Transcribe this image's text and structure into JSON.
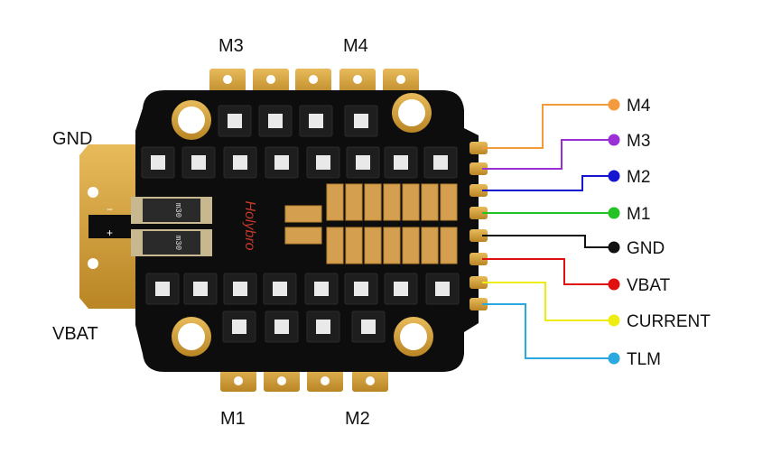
{
  "labels": {
    "top_left": "M3",
    "top_right": "M4",
    "bottom_left": "M1",
    "bottom_right": "M2",
    "gnd_side": "GND",
    "vbat_side": "VBAT",
    "brand": "Holybro",
    "cap_marking_1": "m30",
    "cap_marking_2": "m30",
    "polarity_minus": "−",
    "polarity_plus": "+"
  },
  "connector_pins": [
    {
      "label": "M4",
      "color": "#f39a3c"
    },
    {
      "label": "M3",
      "color": "#9b2fd6"
    },
    {
      "label": "M2",
      "color": "#1515d0"
    },
    {
      "label": "M1",
      "color": "#22c322"
    },
    {
      "label": "GND",
      "color": "#111111"
    },
    {
      "label": "VBAT",
      "color": "#e01010"
    },
    {
      "label": "CURRENT",
      "color": "#eded12"
    },
    {
      "label": "TLM",
      "color": "#2aa8e0"
    }
  ],
  "colors": {
    "board": "#0d0d0d",
    "gold": "#d9a441",
    "mosfet": "#1e1e1e",
    "die": "#e9e9e9",
    "brand_text": "#c0392b"
  }
}
